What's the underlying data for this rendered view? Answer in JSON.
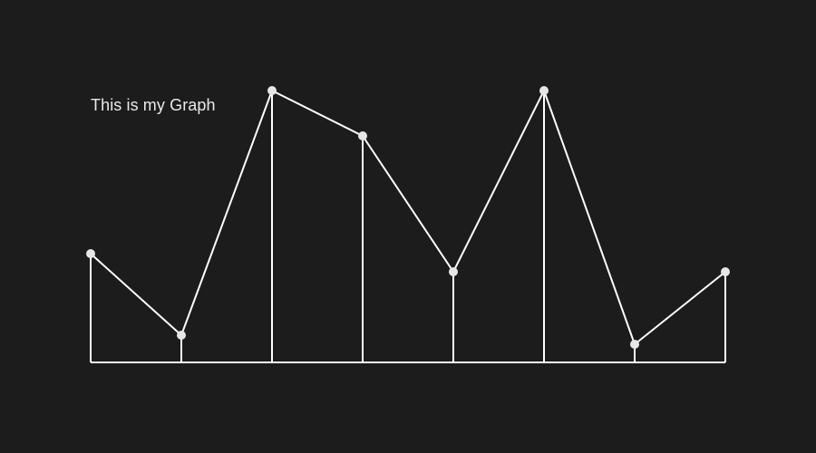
{
  "chart_data": {
    "type": "line",
    "title": "This is my Graph",
    "xlabel": "",
    "ylabel": "",
    "x": [
      0,
      1,
      2,
      3,
      4,
      5,
      6,
      7
    ],
    "values": [
      12,
      3,
      30,
      25,
      10,
      30,
      2,
      10
    ],
    "ylim": [
      0,
      30
    ],
    "grid": false,
    "style": {
      "drop_lines": true,
      "markers": "circle"
    }
  },
  "colors": {
    "background": "#1c1c1c",
    "line": "#ffffff",
    "marker": "#e6e6e6",
    "text": "#eaeaea"
  }
}
